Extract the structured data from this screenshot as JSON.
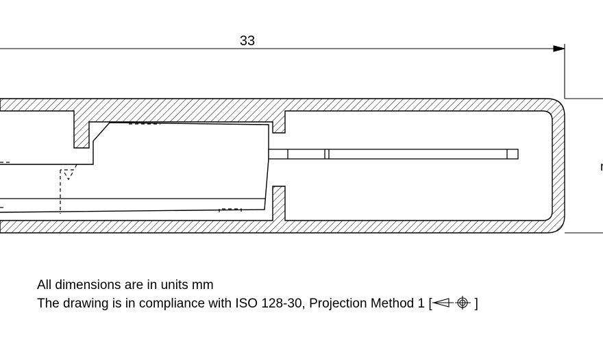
{
  "drawing": {
    "dimensions": {
      "width_label": "33",
      "height_label_fragment": "r"
    },
    "notes": {
      "units": "All dimensions are in units mm",
      "compliance_prefix": "The drawing is in compliance with ISO 128-30, Projection Method 1 [",
      "compliance_suffix": "]"
    },
    "colors": {
      "line": "#000000",
      "background": "#ffffff"
    },
    "icons": {
      "projection_symbol": "first-angle-projection-icon"
    }
  }
}
